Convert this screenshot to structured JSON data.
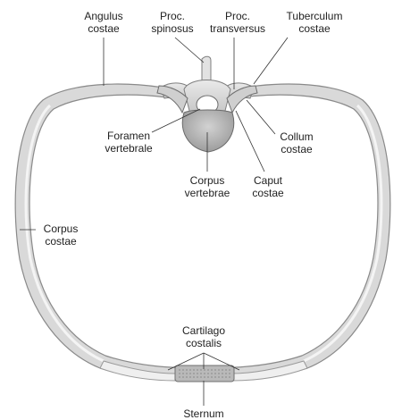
{
  "labels": {
    "angulus_costae": {
      "line1": "Angulus",
      "line2": "costae"
    },
    "proc_spinosus": {
      "line1": "Proc.",
      "line2": "spinosus"
    },
    "proc_transversus": {
      "line1": "Proc.",
      "line2": "transversus"
    },
    "tuberculum_costae": {
      "line1": "Tuberculum",
      "line2": "costae"
    },
    "foramen_vertebrale": {
      "line1": "Foramen",
      "line2": "vertebrale"
    },
    "collum_costae": {
      "line1": "Collum",
      "line2": "costae"
    },
    "corpus_vertebrae": {
      "line1": "Corpus",
      "line2": "vertebrae"
    },
    "caput_costae": {
      "line1": "Caput",
      "line2": "costae"
    },
    "corpus_costae": {
      "line1": "Corpus",
      "line2": "costae"
    },
    "cartilago_costalis": {
      "line1": "Cartilago",
      "line2": "costalis"
    },
    "sternum": {
      "line1": "Sternum"
    }
  },
  "colors": {
    "rib_fill": "#dcdcdc",
    "rib_stroke": "#8a8a8a",
    "cartilage_fill": "#eeeeee",
    "bone_dark": "#9a9a9a",
    "leader": "#333333",
    "text": "#222222"
  }
}
